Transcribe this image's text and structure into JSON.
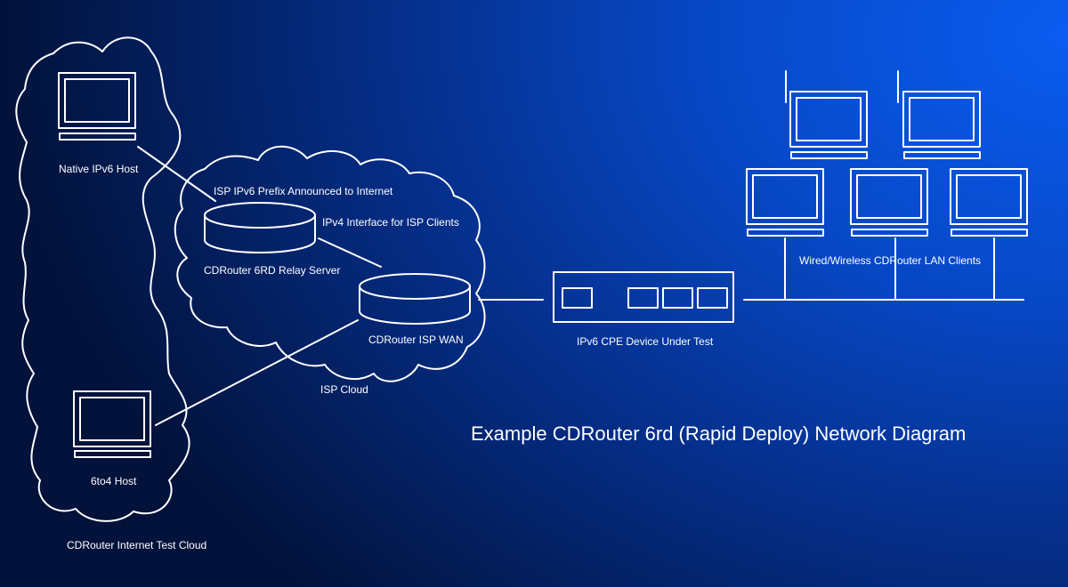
{
  "title": "Example CDRouter 6rd (Rapid Deploy) Network Diagram",
  "labels": {
    "native_host": "Native IPv6 Host",
    "sixto4_host": "6to4 Host",
    "internet_cloud": "CDRouter Internet Test Cloud",
    "prefix_announced": "ISP IPv6 Prefix Announced to Internet",
    "ipv4_interface": "IPv4 Interface for ISP Clients",
    "relay_server": "CDRouter 6RD Relay Server",
    "isp_wan": "CDRouter ISP WAN",
    "isp_cloud": "ISP Cloud",
    "cpe": "IPv6 CPE Device Under Test",
    "lan_clients": "Wired/Wireless CDRouter LAN Clients"
  },
  "colors": {
    "line": "#ffffff",
    "background_light": "#0a5cf0",
    "background_dark": "#02123a"
  },
  "icons": {
    "host": "computer-monitor-icon",
    "server": "disk-server-icon",
    "router": "router-icon",
    "wireless_client": "wireless-computer-icon"
  }
}
